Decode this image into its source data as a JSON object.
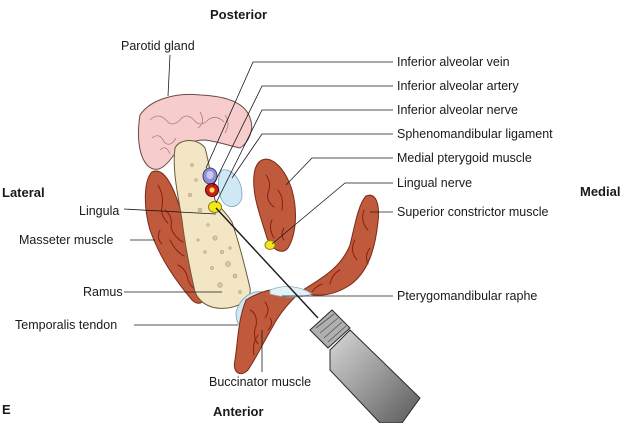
{
  "orientation": {
    "top": "Posterior",
    "bottom": "Anterior",
    "left": "Lateral",
    "right": "Medial"
  },
  "panel_letter": "E",
  "labels": {
    "parotid_gland": "Parotid gland",
    "lingula": "Lingula",
    "masseter_muscle": "Masseter muscle",
    "ramus": "Ramus",
    "temporalis_tendon": "Temporalis tendon",
    "buccinator_muscle": "Buccinator muscle",
    "inferior_alveolar_vein": "Inferior alveolar vein",
    "inferior_alveolar_artery": "Inferior alveolar artery",
    "inferior_alveolar_nerve": "Inferior alveolar nerve",
    "sphenomandibular_ligament": "Sphenomandibular ligament",
    "medial_pterygoid_muscle": "Medial pterygoid muscle",
    "lingual_nerve": "Lingual nerve",
    "superior_constrictor_muscle": "Superior constrictor muscle",
    "pterygomandibular_raphe": "Pterygomandibular raphe"
  },
  "colors": {
    "muscle": "#c05a3c",
    "muscle_vein": "#8a1f12",
    "bone": "#f3e6c4",
    "parotid": "#f7cccc",
    "vein": "#8f8fd6",
    "artery": "#c81e1e",
    "nerve": "#f4e81c",
    "ligament": "#cfe8f5",
    "syringe": "#8c8c8c"
  }
}
